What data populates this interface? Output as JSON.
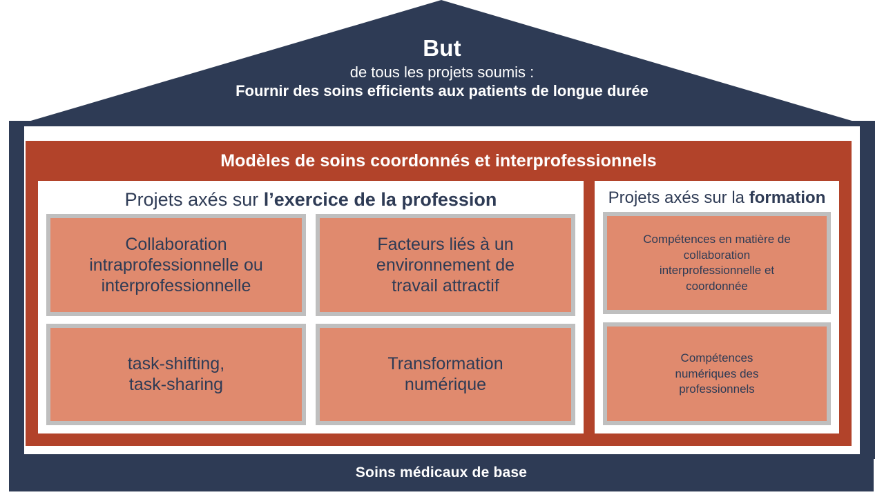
{
  "colors": {
    "navy": "#2E3B55",
    "brick_red": "#B2432A",
    "salmon": "#E08A6E",
    "card_border_gray": "#BFBFBF",
    "white": "#FFFFFF"
  },
  "roof": {
    "title": "But",
    "subtitle_line1": "de tous les projets soumis :",
    "subtitle_line2": "Fournir des soins efficients aux patients de longue durée"
  },
  "banner": {
    "title": "Modèles de soins coordonnés et interprofessionnels"
  },
  "columns": [
    {
      "id": "exercice",
      "header_prefix": "Projets axés sur ",
      "header_emphasis": "l’exercice de la profession",
      "header_suffix": "",
      "cards": [
        {
          "id": "collaboration",
          "lines": [
            "Collaboration",
            "intraprofessionnelle ou",
            "interprofessionnelle"
          ]
        },
        {
          "id": "facteurs",
          "lines": [
            "Facteurs liés à un",
            "environnement de",
            "travail attractif"
          ]
        },
        {
          "id": "task-shifting",
          "lines": [
            "task-shifting,",
            "task-sharing"
          ]
        },
        {
          "id": "transformation",
          "lines": [
            "Transformation",
            "numérique"
          ]
        }
      ]
    },
    {
      "id": "formation",
      "header_prefix": "Projets axés sur la ",
      "header_emphasis": "formation",
      "header_suffix": "",
      "cards": [
        {
          "id": "competences-collaboration",
          "lines": [
            "Compétences en matière de",
            "collaboration",
            "interprofessionnelle et",
            "coordonnée"
          ]
        },
        {
          "id": "competences-numeriques",
          "lines": [
            "Compétences",
            "numériques des",
            "professionnels"
          ]
        }
      ]
    }
  ],
  "foundation": {
    "title": "Soins médicaux de base"
  }
}
